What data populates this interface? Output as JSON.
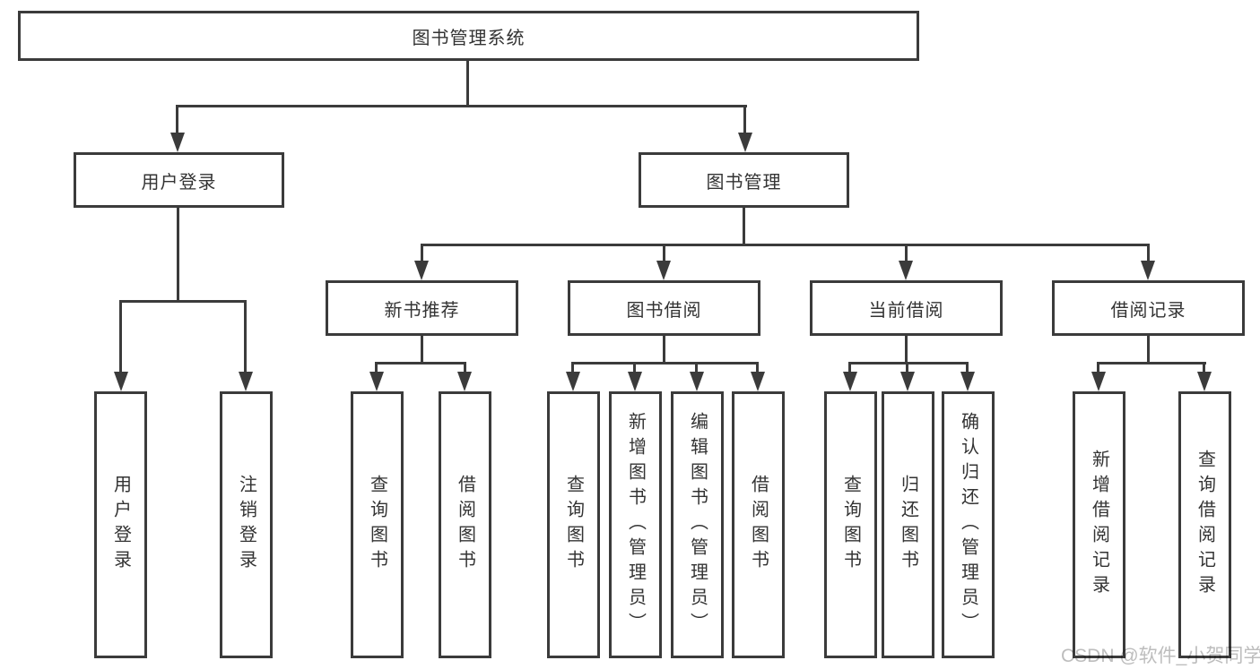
{
  "diagram": {
    "root": {
      "label": "图书管理系统"
    },
    "level1": [
      {
        "label": "用户登录"
      },
      {
        "label": "图书管理"
      }
    ],
    "level2": [
      {
        "label": "新书推荐"
      },
      {
        "label": "图书借阅"
      },
      {
        "label": "当前借阅"
      },
      {
        "label": "借阅记录"
      }
    ],
    "leaves": [
      {
        "label": "用户登录"
      },
      {
        "label": "注销登录"
      },
      {
        "label": "查询图书"
      },
      {
        "label": "借阅图书"
      },
      {
        "label": "查询图书"
      },
      {
        "label": "新增图书（管理员）"
      },
      {
        "label": "编辑图书（管理员）"
      },
      {
        "label": "借阅图书"
      },
      {
        "label": "查询图书"
      },
      {
        "label": "归还图书"
      },
      {
        "label": "确认归还（管理员）"
      },
      {
        "label": "新增借阅记录"
      },
      {
        "label": "查询借阅记录"
      }
    ]
  },
  "watermark": {
    "text": "CSDN @软件_小贺同学"
  },
  "colors": {
    "line": "#3b3b3b",
    "text": "#333333",
    "background": "#ffffff",
    "watermark": "#bdbdbd"
  }
}
